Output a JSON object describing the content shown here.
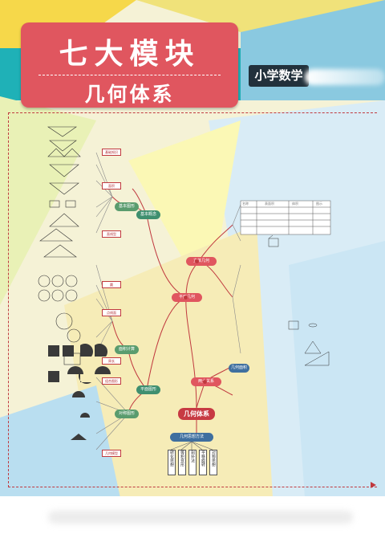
{
  "title": {
    "main": "七大模块",
    "sub": "几何体系"
  },
  "badge": "小学数学",
  "center_node": "几何体系",
  "method_node": "几何思想方法",
  "branches": {
    "solid": "立体几何",
    "plane": "平面几何",
    "relation": "两大关系",
    "basic": "基本概念",
    "composite": "平面图形",
    "shape": "基本图形",
    "area_calc": "面积计算",
    "symmetry": "对称图形",
    "formula": "几何面积"
  },
  "left_tags": [
    "基础知识",
    "面积",
    "直线型",
    "圆",
    "点线面",
    "周长",
    "组合图形",
    "几何模型"
  ],
  "method_tags": [
    "转化思想",
    "等积变形",
    "割补法",
    "平移旋转",
    "对称思想"
  ],
  "colors": {
    "accent": "#e0565f",
    "dark": "#22313c",
    "method": "#3f6f9f",
    "line": "#c0393f"
  }
}
